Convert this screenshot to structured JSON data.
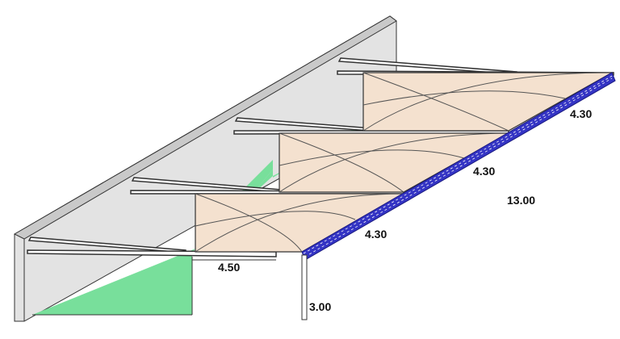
{
  "colors": {
    "wall": "#e3e3e3",
    "ground": "#78df9b",
    "canopy": "#f4e1cf",
    "truss": "#3434c4",
    "outline": "#222222",
    "dimension_text": "#111111"
  },
  "dimensions": {
    "bay_right": "4.30",
    "bay_middle": "4.30",
    "bay_left": "4.30",
    "total_length": "13.00",
    "depth": "4.50",
    "height": "3.00"
  }
}
